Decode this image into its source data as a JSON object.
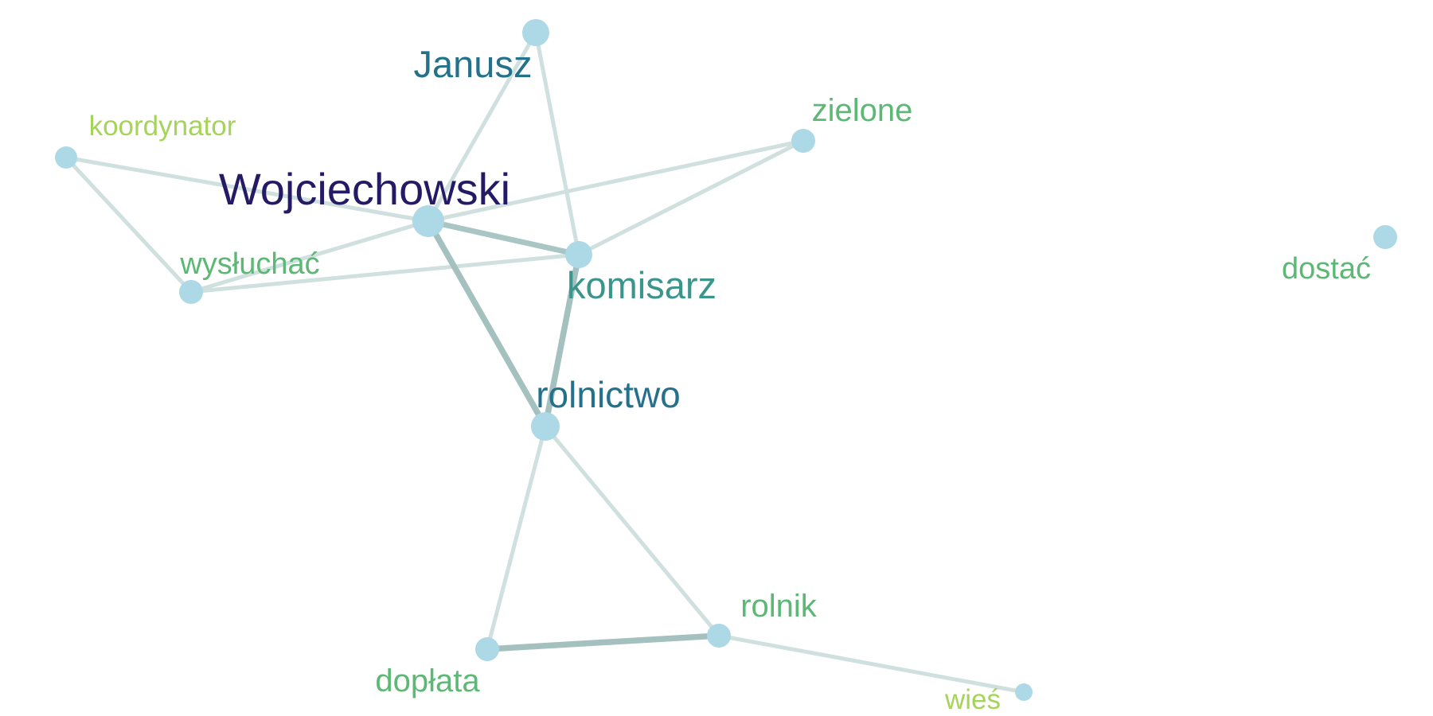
{
  "graph": {
    "node_color": "#add8e6",
    "nodes": [
      {
        "id": "janusz",
        "label": "Janusz",
        "color": "#23718a"
      },
      {
        "id": "koordynator",
        "label": "koordynator",
        "color": "#a6d45a"
      },
      {
        "id": "zielone",
        "label": "zielone",
        "color": "#5cb874"
      },
      {
        "id": "wojciechowski",
        "label": "Wojciechowski",
        "color": "#251a64"
      },
      {
        "id": "komisarz",
        "label": "komisarz",
        "color": "#3a958c"
      },
      {
        "id": "wysluchac",
        "label": "wysłuchać",
        "color": "#5cb874"
      },
      {
        "id": "dostac",
        "label": "dostać",
        "color": "#5cb874"
      },
      {
        "id": "rolnictwo",
        "label": "rolnictwo",
        "color": "#23718a"
      },
      {
        "id": "rolnik",
        "label": "rolnik",
        "color": "#5cb874"
      },
      {
        "id": "doplata",
        "label": "dopłata",
        "color": "#5cb874"
      },
      {
        "id": "wies",
        "label": "wieś",
        "color": "#a6d45a"
      }
    ],
    "edges": [
      {
        "source": "janusz",
        "target": "wojciechowski",
        "weight": 1
      },
      {
        "source": "janusz",
        "target": "komisarz",
        "weight": 1
      },
      {
        "source": "koordynator",
        "target": "wojciechowski",
        "weight": 1
      },
      {
        "source": "koordynator",
        "target": "wysluchac",
        "weight": 1
      },
      {
        "source": "zielone",
        "target": "wojciechowski",
        "weight": 1
      },
      {
        "source": "zielone",
        "target": "komisarz",
        "weight": 1
      },
      {
        "source": "wojciechowski",
        "target": "wysluchac",
        "weight": 1
      },
      {
        "source": "komisarz",
        "target": "wysluchac",
        "weight": 1
      },
      {
        "source": "wojciechowski",
        "target": "komisarz",
        "weight": 2
      },
      {
        "source": "wojciechowski",
        "target": "rolnictwo",
        "weight": 3
      },
      {
        "source": "komisarz",
        "target": "rolnictwo",
        "weight": 3
      },
      {
        "source": "rolnictwo",
        "target": "doplata",
        "weight": 1
      },
      {
        "source": "rolnictwo",
        "target": "rolnik",
        "weight": 1
      },
      {
        "source": "doplata",
        "target": "rolnik",
        "weight": 3
      },
      {
        "source": "rolnik",
        "target": "wies",
        "weight": 1
      }
    ]
  }
}
